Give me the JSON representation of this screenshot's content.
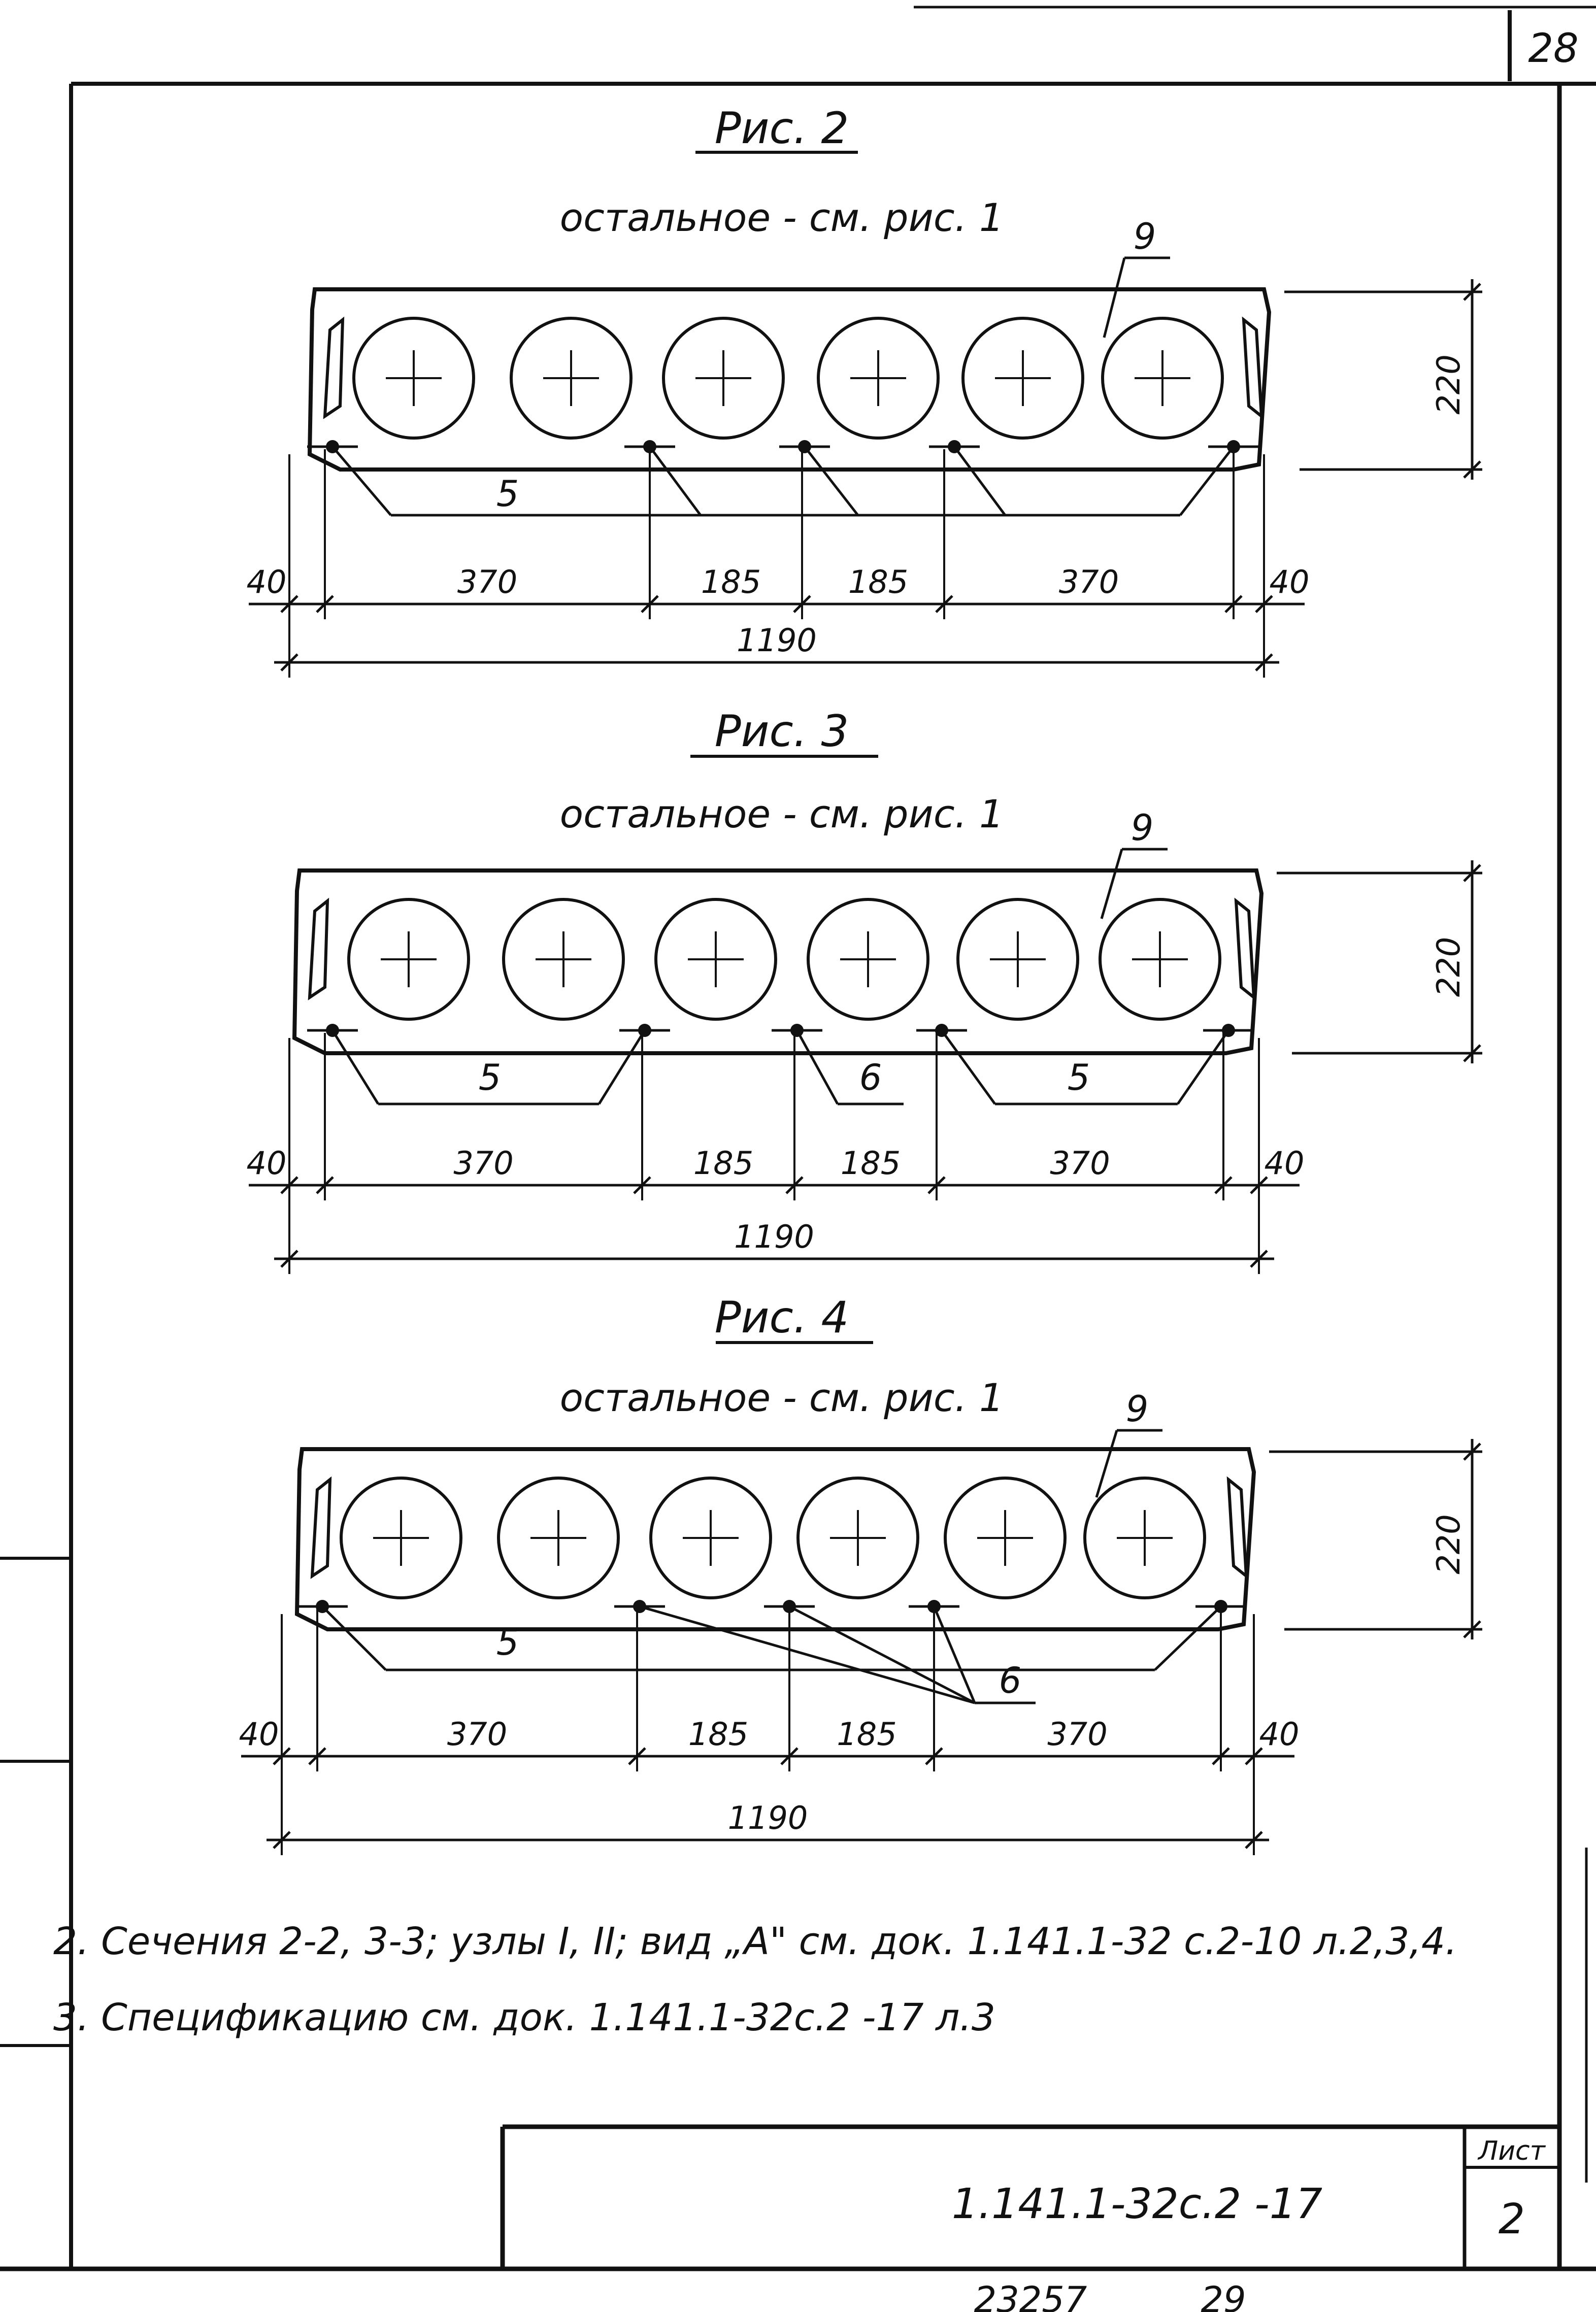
{
  "sheet": {
    "page_corner": "28",
    "sheet_label": "Лист",
    "sheet_number": "2",
    "doc_code": "1.141.1-32с.2 -17",
    "footer_left": "23257",
    "footer_right": "29"
  },
  "figures": [
    {
      "title": "Рис. 2",
      "note": "остальное - см. рис. 1",
      "callout_top": "9",
      "callout_labels": [
        "5"
      ],
      "height_dim": "220",
      "dims": [
        "40",
        "370",
        "185",
        "185",
        "370",
        "40"
      ],
      "total": "1190"
    },
    {
      "title": "Рис. 3",
      "note": "остальное - см. рис. 1",
      "callout_top": "9",
      "callout_labels": [
        "5",
        "6",
        "5"
      ],
      "height_dim": "220",
      "dims": [
        "40",
        "370",
        "185",
        "185",
        "370",
        "40"
      ],
      "total": "1190"
    },
    {
      "title": "Рис. 4",
      "note": "остальное - см. рис. 1",
      "callout_top": "9",
      "callout_labels": [
        "5",
        "6"
      ],
      "height_dim": "220",
      "dims": [
        "40",
        "370",
        "185",
        "185",
        "370",
        "40"
      ],
      "total": "1190"
    }
  ],
  "notes": [
    "2. Сечения  2-2, 3-3; узлы I, II; вид „А\" см. док. 1.141.1-32 с.2-10 л.2,3,4.",
    "3. Спецификацию  см. док.     1.141.1-32с.2 -17 л.3"
  ]
}
